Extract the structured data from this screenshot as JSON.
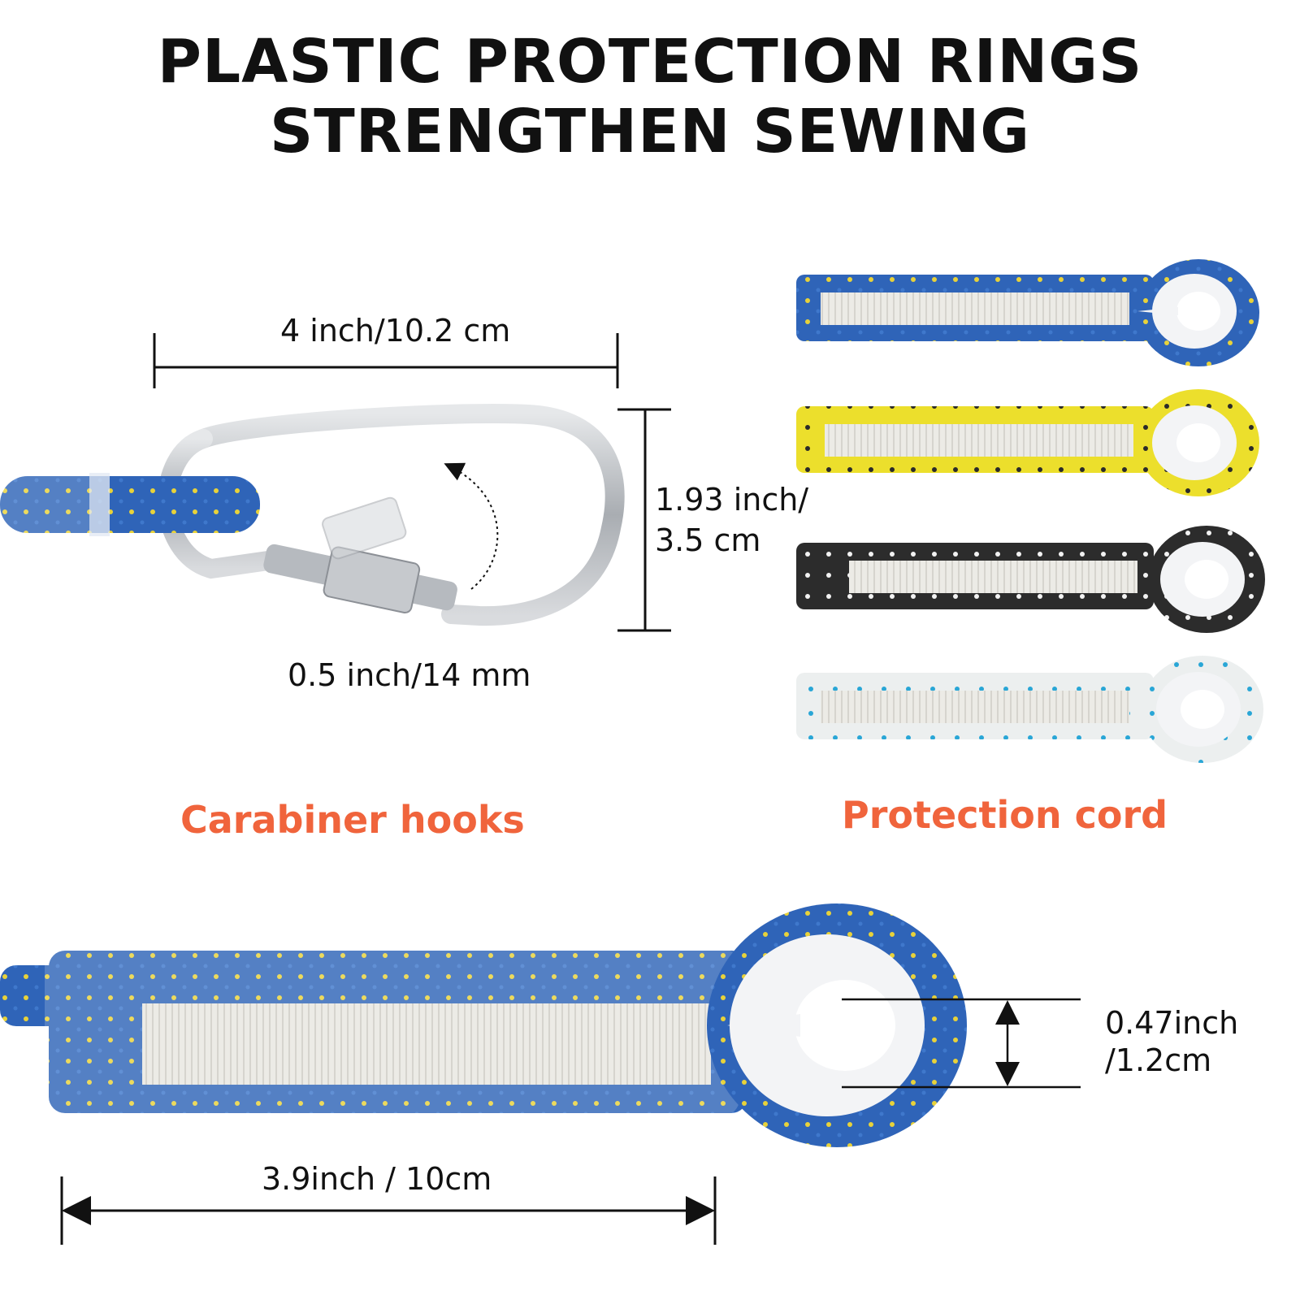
{
  "title": {
    "line1": "PLASTIC PROTECTION RINGS",
    "line2": "STRENGTHEN SEWING"
  },
  "carabiner": {
    "width_label": "4 inch/10.2 cm",
    "height_label_line1": "1.93 inch/",
    "height_label_line2": "3.5 cm",
    "thickness_label": "0.5 inch/14 mm",
    "caption": "Carabiner hooks"
  },
  "cords": {
    "caption": "Protection cord",
    "variants": [
      {
        "name": "blue",
        "base": "#2f64b8",
        "dots": "#e8d23a"
      },
      {
        "name": "yellow",
        "base": "#ecdf2c",
        "dots": "#2a2a2a"
      },
      {
        "name": "black",
        "base": "#2c2c2c",
        "dots": "#f2f2f2"
      },
      {
        "name": "white",
        "base": "#ecefef",
        "dots": "#29a6d6"
      }
    ]
  },
  "detail": {
    "ring_label_line1": "0.47inch",
    "ring_label_line2": "/1.2cm",
    "length_label": "3.9inch / 10cm"
  },
  "colors": {
    "caption": "#f0643c",
    "rope_blue": "#2f64b8",
    "stitch": "#ecebe6",
    "ring": "#f3f4f6",
    "steel": "#b9bcc0"
  }
}
